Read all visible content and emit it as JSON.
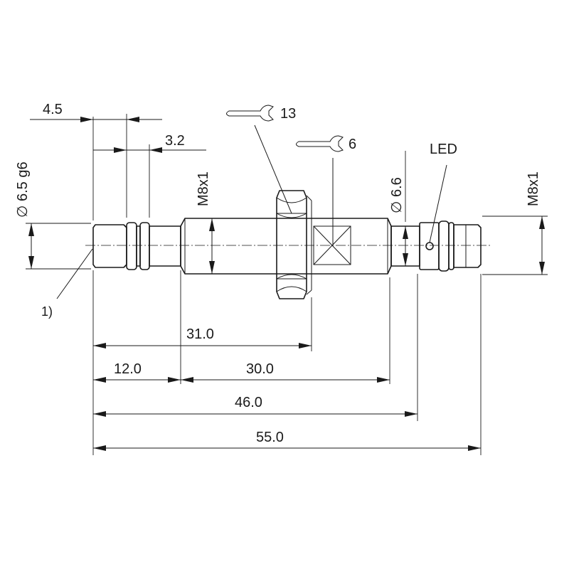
{
  "drawing": {
    "dimensions": {
      "d_4_5": "4.5",
      "d_3_2": "3.2",
      "d_31": "31.0",
      "d_12": "12.0",
      "d_30": "30.0",
      "d_46": "46.0",
      "d_55": "55.0",
      "dia_6_5": "∅ 6.5 g6",
      "thread_left": "M8x1",
      "dia_6_6": "∅ 6.6",
      "thread_right": "M8x1"
    },
    "callouts": {
      "wrench_13": "13",
      "wrench_6": "6",
      "led": "LED",
      "note_1": "1)"
    }
  }
}
